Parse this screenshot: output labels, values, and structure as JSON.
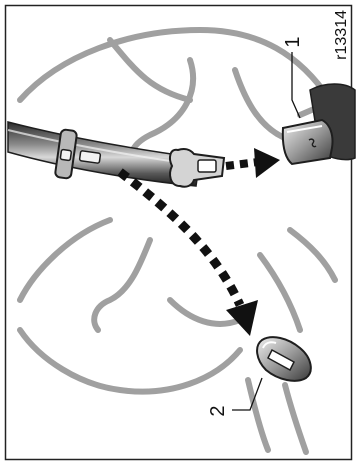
{
  "figure": {
    "reference_code": "r13314",
    "callouts": [
      {
        "id": "1",
        "label": "1"
      },
      {
        "id": "2",
        "label": "2"
      }
    ]
  },
  "colors": {
    "frame": "#222222",
    "outline": "#9a9a9a",
    "belt_dark": "#222222",
    "belt_mid": "#6e6e6e",
    "belt_light": "#cfcfcf",
    "arrow": "#111111",
    "background": "#ffffff"
  },
  "icons": {
    "tongue_to_buckle_arrow": "dashed-arrow-right",
    "tongue_to_lower_buckle_arrow": "dashed-arrow-curved-down"
  }
}
